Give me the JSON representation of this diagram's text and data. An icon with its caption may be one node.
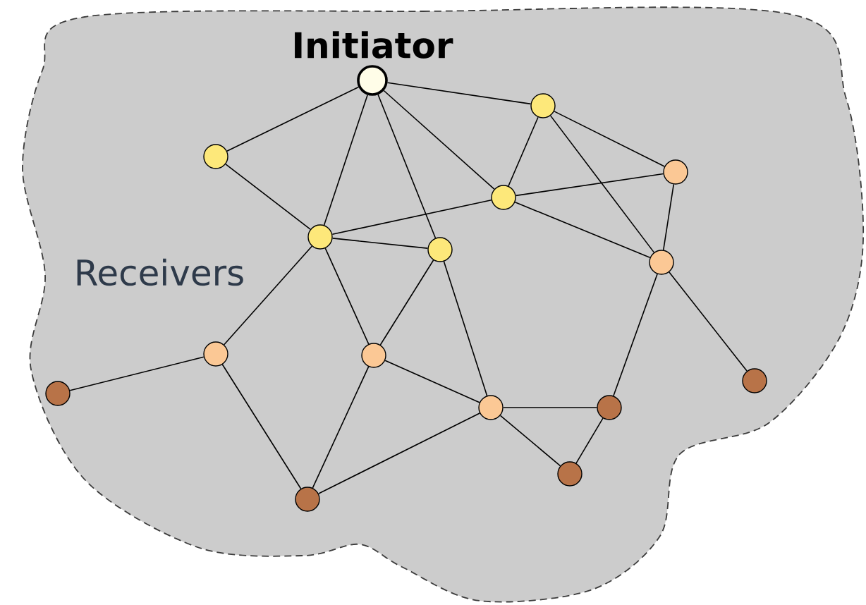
{
  "diagram": {
    "nodes": [
      {
        "text": [
          "Receivers"
        ]
      },
      {
        "text": [],
        "shape": "circle",
        "beside": [
          "Initiator"
        ],
        "in": 0
      },
      {
        "text": [],
        "shape": "circle",
        "in": 0
      },
      {
        "text": [],
        "shape": "circle",
        "in": 0
      },
      {
        "text": [],
        "shape": "circle",
        "in": 0
      },
      {
        "text": [],
        "shape": "circle",
        "in": 0
      },
      {
        "text": [],
        "shape": "circle",
        "in": 0
      },
      {
        "text": [],
        "shape": "circle",
        "in": 0
      },
      {
        "text": [],
        "shape": "circle",
        "in": 0
      },
      {
        "text": [],
        "shape": "circle",
        "in": 0
      },
      {
        "text": [],
        "shape": "circle",
        "in": 0
      },
      {
        "text": [],
        "shape": "circle",
        "in": 0
      },
      {
        "text": [],
        "shape": "circle",
        "in": 0
      },
      {
        "text": [],
        "shape": "circle",
        "in": 0
      },
      {
        "text": [],
        "shape": "circle",
        "in": 0
      },
      {
        "text": [],
        "shape": "circle",
        "in": 0
      },
      {
        "text": [],
        "shape": "circle",
        "in": 0
      }
    ],
    "edges": [
      {
        "from": 1,
        "to": 3,
        "arrow": "none"
      },
      {
        "from": 1,
        "to": 6,
        "arrow": "none"
      },
      {
        "from": 1,
        "to": 7,
        "arrow": "none"
      },
      {
        "from": 1,
        "to": 5,
        "arrow": "none"
      },
      {
        "from": 1,
        "to": 2,
        "arrow": "none"
      },
      {
        "from": 3,
        "to": 6,
        "arrow": "none"
      },
      {
        "from": 6,
        "to": 5,
        "arrow": "none"
      },
      {
        "from": 5,
        "to": 4,
        "arrow": "none"
      },
      {
        "from": 2,
        "to": 5,
        "arrow": "none"
      },
      {
        "from": 2,
        "to": 4,
        "arrow": "none"
      },
      {
        "from": 2,
        "to": 8,
        "arrow": "none"
      },
      {
        "from": 5,
        "to": 8,
        "arrow": "none"
      },
      {
        "from": 4,
        "to": 8,
        "arrow": "none"
      },
      {
        "from": 6,
        "to": 7,
        "arrow": "none"
      },
      {
        "from": 6,
        "to": 10,
        "arrow": "none"
      },
      {
        "from": 6,
        "to": 11,
        "arrow": "none"
      },
      {
        "from": 7,
        "to": 11,
        "arrow": "none"
      },
      {
        "from": 7,
        "to": 13,
        "arrow": "none"
      },
      {
        "from": 10,
        "to": 9,
        "arrow": "none"
      },
      {
        "from": 10,
        "to": 15,
        "arrow": "none"
      },
      {
        "from": 11,
        "to": 15,
        "arrow": "none"
      },
      {
        "from": 11,
        "to": 13,
        "arrow": "none"
      },
      {
        "from": 15,
        "to": 13,
        "arrow": "none"
      },
      {
        "from": 13,
        "to": 14,
        "arrow": "none"
      },
      {
        "from": 13,
        "to": 16,
        "arrow": "none"
      },
      {
        "from": 16,
        "to": 14,
        "arrow": "none"
      },
      {
        "from": 8,
        "to": 14,
        "arrow": "none"
      },
      {
        "from": 8,
        "to": 12,
        "arrow": "none"
      }
    ]
  }
}
